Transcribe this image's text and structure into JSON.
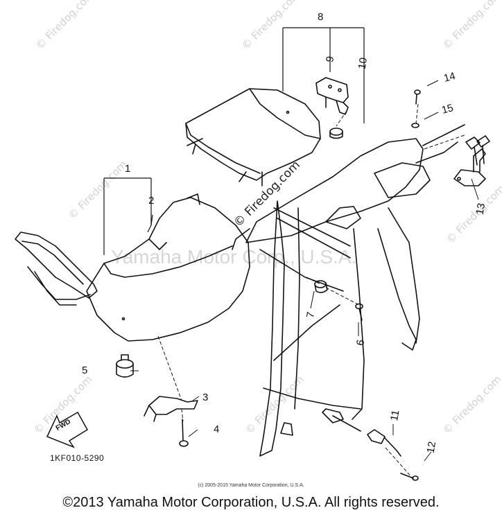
{
  "watermark": {
    "site": "© Firedog.com",
    "rights": "Yamaha Motor Corp., U.S.A."
  },
  "diagram": {
    "part_number": "1KF010-5290",
    "fwd_label": "FWD",
    "callouts": [
      "1",
      "2",
      "3",
      "4",
      "5",
      "6",
      "7",
      "8",
      "9",
      "10",
      "11",
      "12",
      "13",
      "14",
      "15"
    ]
  },
  "footer": {
    "small_copyright": "(c) 2005-2015 Yamaha Motor Corporation, U.S.A.",
    "copyright": "©2013 Yamaha Motor Corporation, U.S.A. All rights reserved."
  },
  "colors": {
    "ink": "#111111",
    "watermark": "#d2d2d2",
    "background": "#ffffff"
  }
}
